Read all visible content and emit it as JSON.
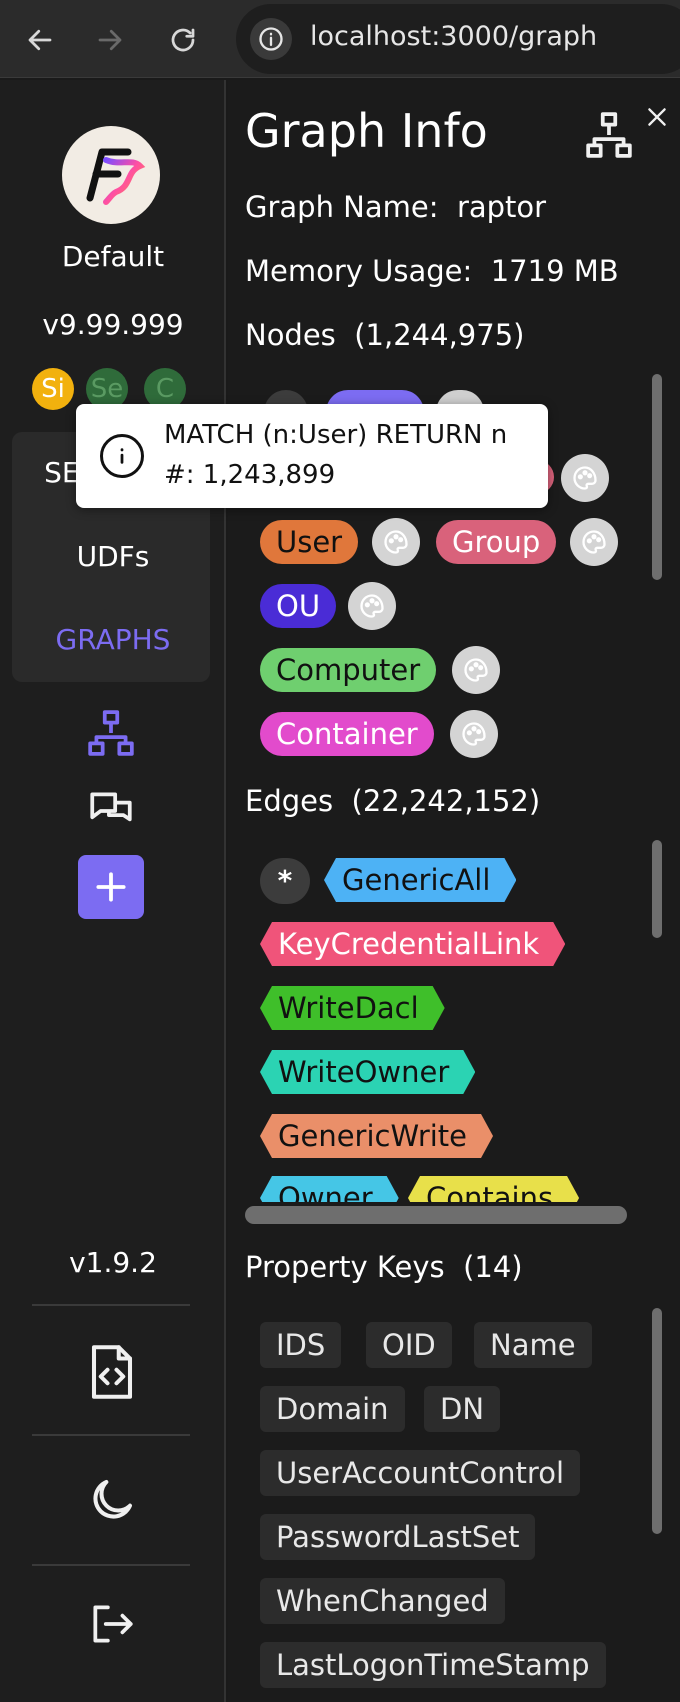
{
  "browser": {
    "url": "localhost:3000/graph"
  },
  "sidebar": {
    "app_name": "Default",
    "version_top": "v9.99.999",
    "badges": [
      {
        "label": "Si",
        "color": "#f2b10e"
      },
      {
        "label": "Se",
        "color": "#2f6b3a"
      },
      {
        "label": "C",
        "color": "#2f6b3a"
      }
    ],
    "menu": [
      {
        "label": "SETTINGS"
      },
      {
        "label": "UDFs"
      },
      {
        "label": "GRAPHS",
        "active": true
      }
    ],
    "version_bottom": "v1.9.2",
    "accent": "#7c6cf2"
  },
  "panel": {
    "title": "Graph Info",
    "graph_name_label": "Graph Name:",
    "graph_name_value": "raptor",
    "memory_label": "Memory Usage:",
    "memory_value": "1719 MB",
    "nodes_label": "Nodes",
    "nodes_count": "(1,244,975)",
    "node_labels": [
      {
        "label": "User",
        "color": "#e0773b"
      },
      {
        "label": "Group",
        "color": "#d9627b"
      },
      {
        "label": "OU",
        "color": "#4a2cd6"
      },
      {
        "label": "Computer",
        "color": "#6fcf6f"
      },
      {
        "label": "Container",
        "color": "#e24bcc"
      }
    ],
    "edges_label": "Edges",
    "edges_count": "(22,242,152)",
    "edge_star": "*",
    "edge_types": [
      {
        "label": "GenericAll",
        "color": "#4db2f5"
      },
      {
        "label": "KeyCredentialLink",
        "color": "#f0547a"
      },
      {
        "label": "WriteDacl",
        "color": "#3fbf2a"
      },
      {
        "label": "WriteOwner",
        "color": "#2bd3b3"
      },
      {
        "label": "GenericWrite",
        "color": "#ea8f69"
      },
      {
        "label": "Owner",
        "color": "#45c6e6"
      },
      {
        "label": "Contains",
        "color": "#e8e04a"
      }
    ],
    "property_keys_label": "Property Keys",
    "property_keys_count": "(14)",
    "property_keys": [
      "IDS",
      "OID",
      "Name",
      "Domain",
      "DN",
      "UserAccountControl",
      "PasswordLastSet",
      "WhenChanged",
      "LastLogonTimeStamp"
    ]
  },
  "tooltip": {
    "query": "MATCH (n:User) RETURN n",
    "count": "#: 1,243,899"
  }
}
